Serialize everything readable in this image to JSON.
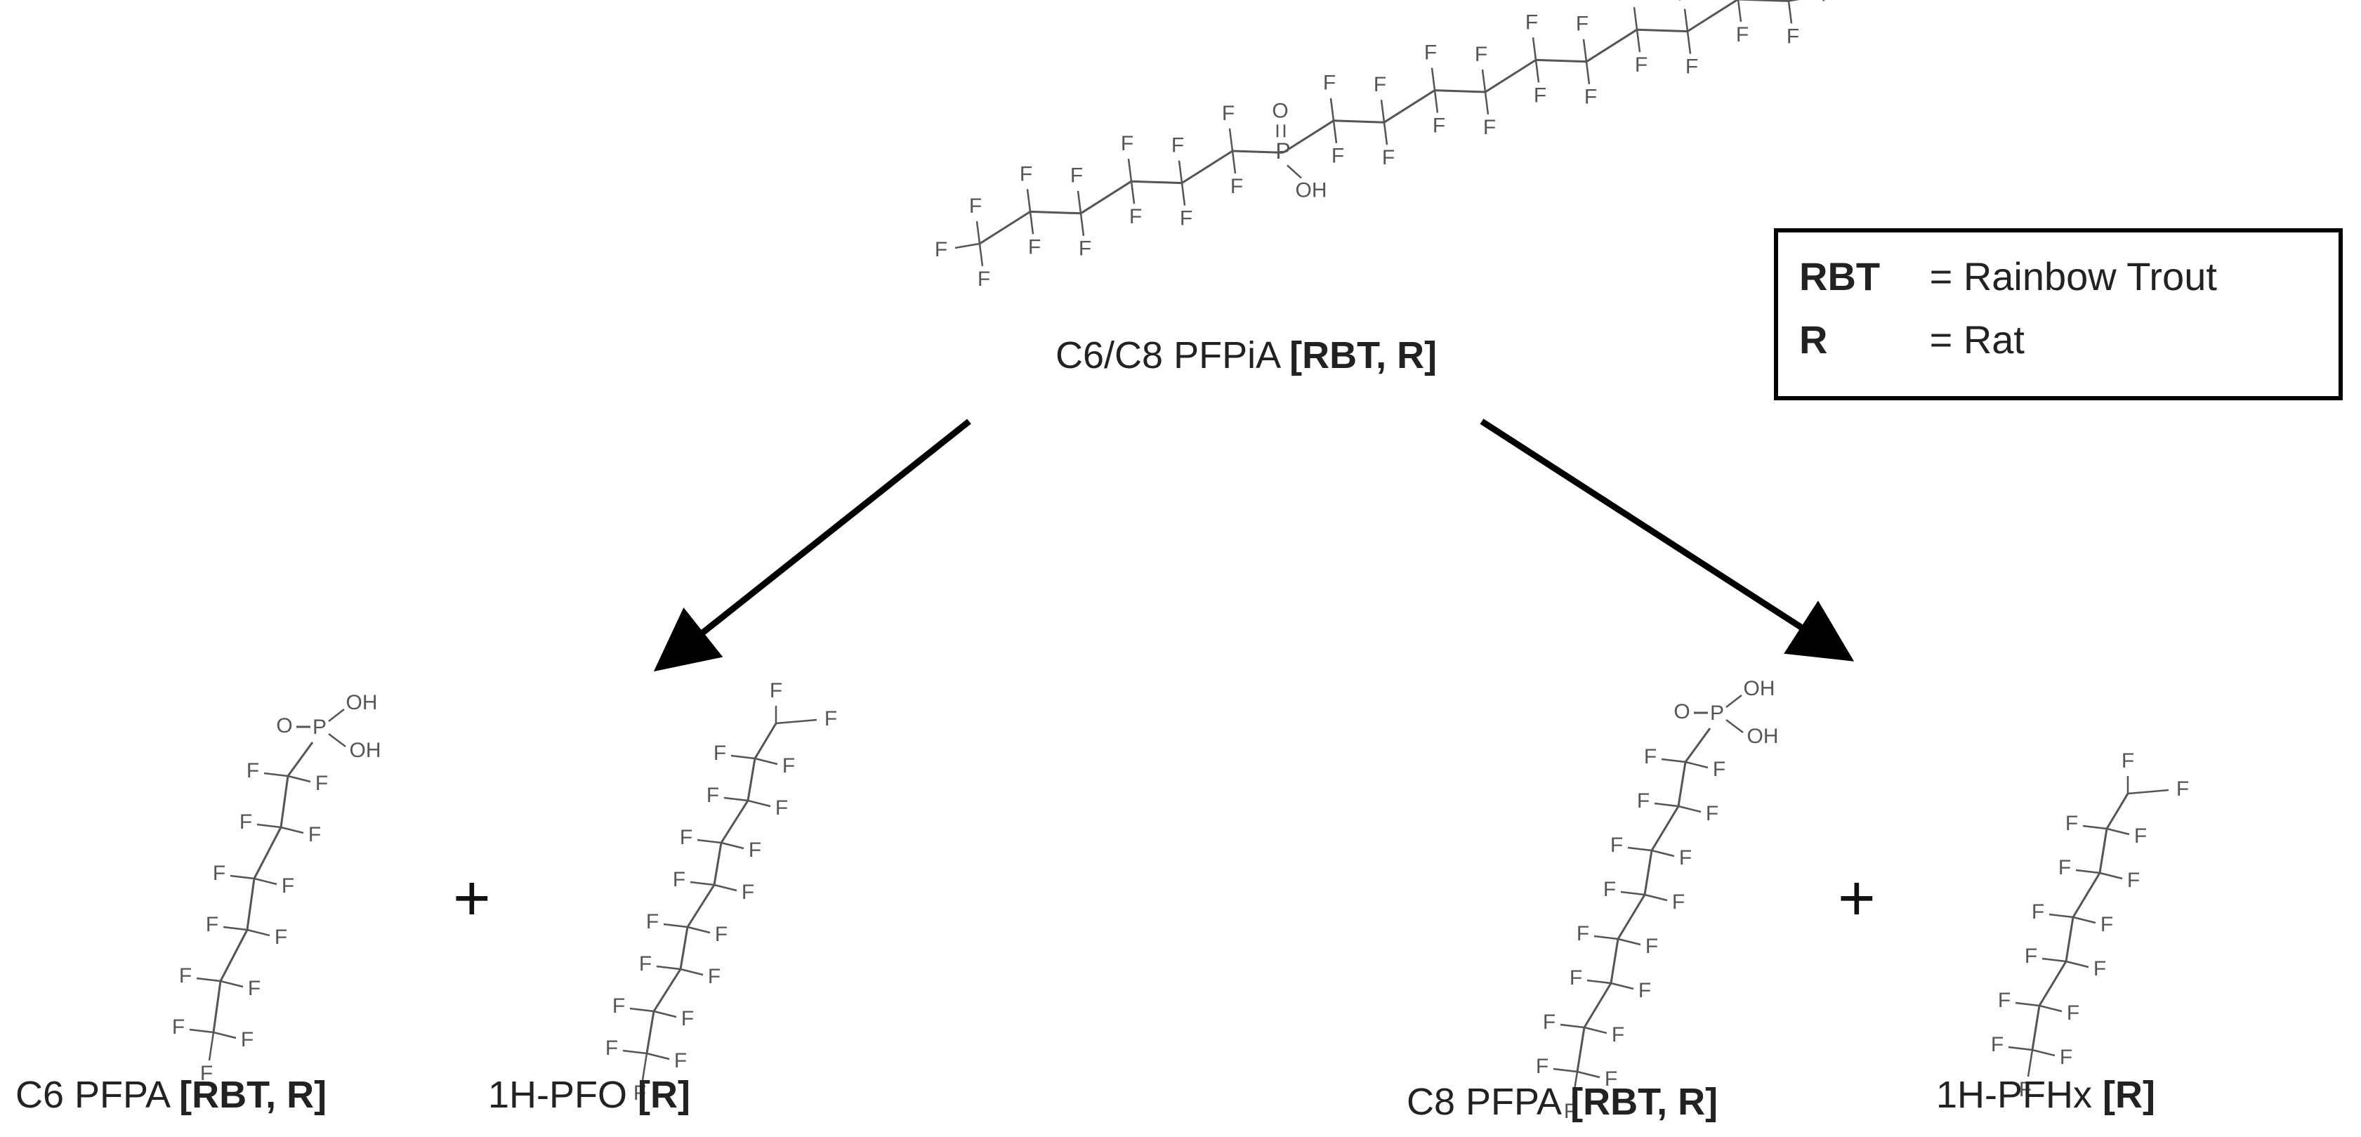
{
  "precursor": {
    "name": "C6/C8 PFPiA",
    "species": "[RBT, R]",
    "atoms": {
      "fluorine": "F",
      "oxygen": "O",
      "phosphorus": "P",
      "hydroxyl": "OH"
    }
  },
  "products": {
    "left": {
      "acid": {
        "name": "C6 PFPA",
        "species": "[RBT, R]"
      },
      "alkane": {
        "name": "1H-PFO",
        "species": "[R]"
      }
    },
    "right": {
      "acid": {
        "name": "C8 PFPA",
        "species": "[RBT, R]"
      },
      "alkane": {
        "name": "1H-PFHx",
        "species": "[R]"
      }
    }
  },
  "plus_sign": "+",
  "legend": {
    "items": [
      {
        "key": "RBT",
        "value": "= Rainbow Trout"
      },
      {
        "key": "R",
        "value": "= Rat"
      }
    ]
  },
  "colors": {
    "line": "#000000",
    "structure": "#555555",
    "text": "#222222"
  }
}
